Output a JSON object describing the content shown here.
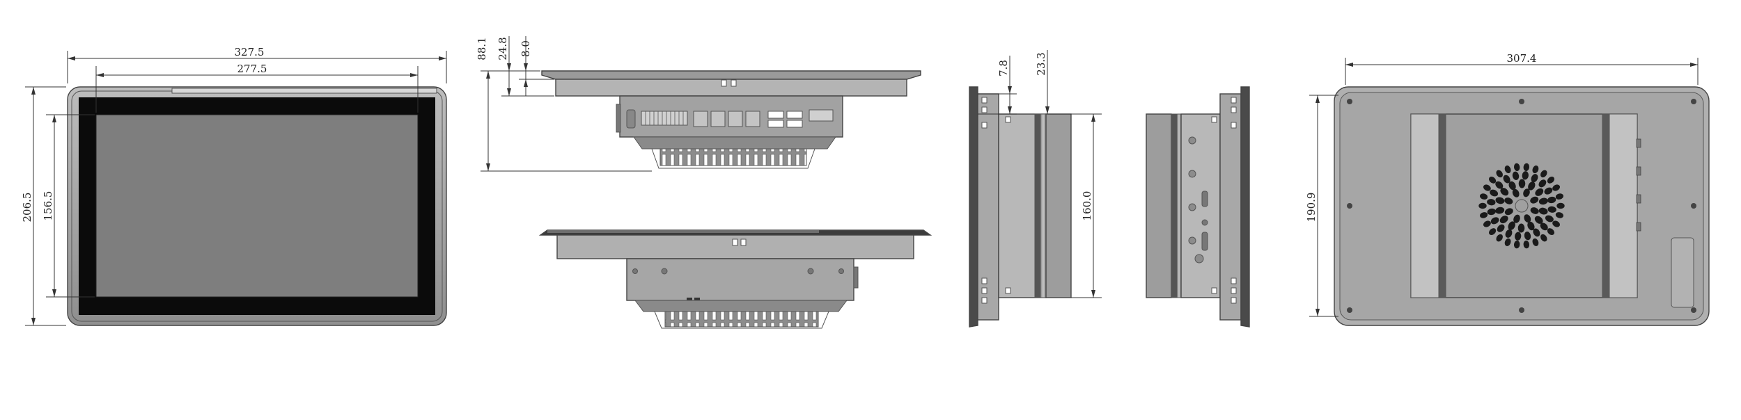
{
  "dimensions": {
    "front_width": "327.5",
    "front_screen_width": "277.5",
    "front_height": "206.5",
    "front_screen_height": "156.5",
    "top_depth": "88.1",
    "top_bezel_depth": "24.8",
    "top_bezel_thickness": "8.0",
    "side_bezel_thickness": "7.8",
    "side_depth": "23.3",
    "side_height": "160.0",
    "rear_width": "307.4",
    "rear_height": "190.9"
  },
  "colors": {
    "frame_gray": "#9a9a9a",
    "frame_light": "#b9b9b9",
    "frame_dark": "#6f6f6f",
    "bezel_black": "#0b0b0b",
    "screen_gray": "#7e7e7e",
    "line": "#333333"
  },
  "icons": [
    "dimension-arrow-icon",
    "usb-port-icon",
    "mounting-hole-icon",
    "fan-vent-icon"
  ]
}
